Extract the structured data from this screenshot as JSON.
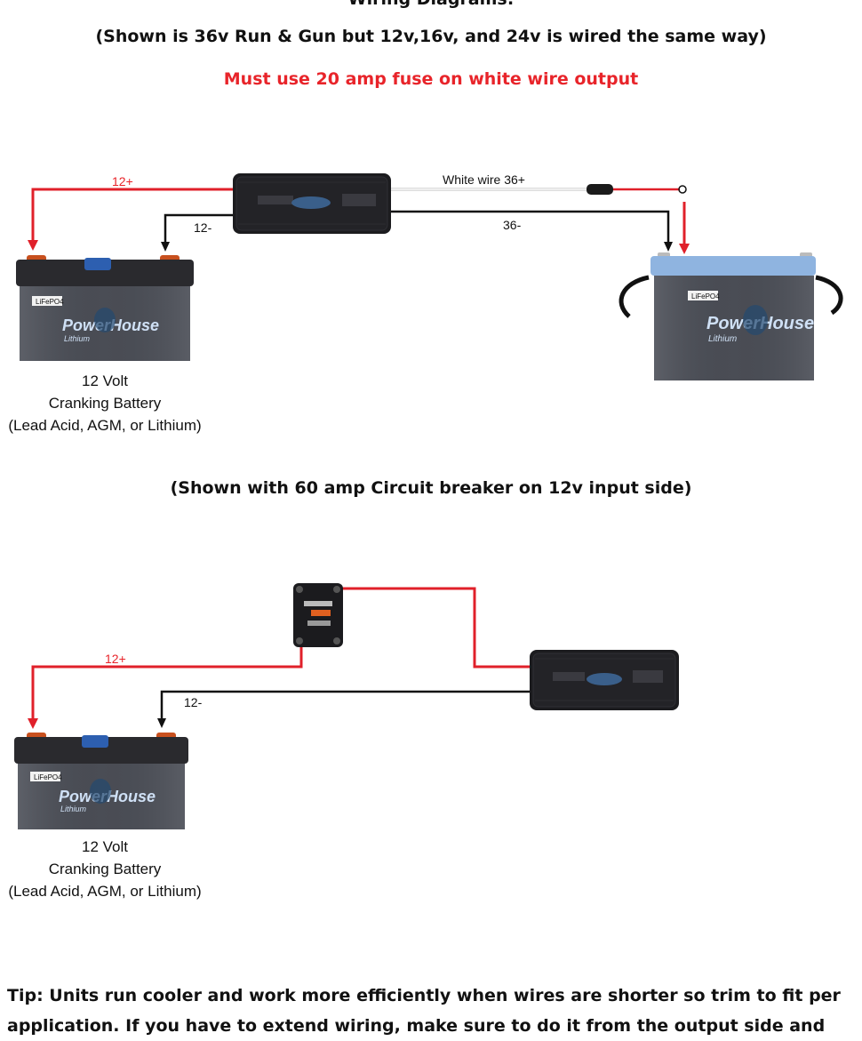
{
  "header": {
    "top_title": "Wiring Diagrams:",
    "subtitle": "(Shown is 36v Run & Gun but 12v,16v, and 24v is wired the same way)",
    "warning": "Must use 20 amp fuse on white wire output"
  },
  "diagram1": {
    "wire_pos_label": "12+",
    "wire_neg_label": "12-",
    "white_wire_label": "White wire 36+",
    "out_neg_label": "36-",
    "battery12": {
      "line1": "12 Volt",
      "line2": "Cranking Battery",
      "line3": "(Lead Acid, AGM, or Lithium)",
      "chem": "LiFePO4",
      "brand": "PowerHouse",
      "brand_sub": "Lithium"
    },
    "battery36": {
      "chem": "LiFePO4",
      "brand": "PowerHouse",
      "brand_sub": "Lithium"
    }
  },
  "section2_title": "(Shown with 60 amp Circuit breaker on 12v input side)",
  "diagram2": {
    "wire_pos_label": "12+",
    "wire_neg_label": "12-",
    "battery12": {
      "line1": "12 Volt",
      "line2": "Cranking Battery",
      "line3": "(Lead Acid, AGM, or Lithium)",
      "chem": "LiFePO4",
      "brand": "PowerHouse",
      "brand_sub": "Lithium"
    }
  },
  "tip": "Tip: Units run cooler and work more efficiently when wires are shorter so trim to fit per application. If you have to extend wiring, make sure to do it from the output side and",
  "colors": {
    "red_wire": "#e0202a",
    "black_wire": "#111111",
    "warning_text": "#e8242a",
    "battery_body": "#4a4d55",
    "battery_lid": "#2a2a2e",
    "lithium_lid": "#8fb4e0"
  }
}
